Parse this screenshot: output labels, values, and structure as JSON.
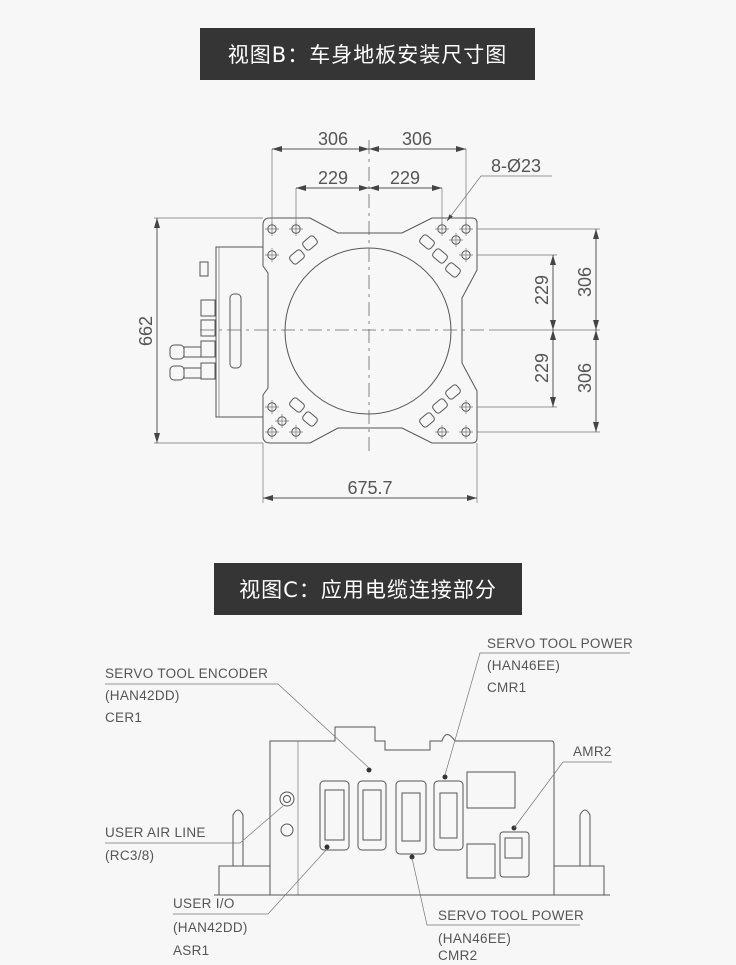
{
  "view_b": {
    "title": "视图B：车身地板安装尺寸图",
    "dimensions": {
      "top_outer_left": "306",
      "top_outer_right": "306",
      "top_inner_left": "229",
      "top_inner_right": "229",
      "hole_callout": "8-Ø23",
      "height": "662",
      "right_inner_top": "229",
      "right_inner_bottom": "229",
      "right_outer_top": "306",
      "right_outer_bottom": "306",
      "width": "675.7"
    }
  },
  "view_c": {
    "title": "视图C：应用电缆连接部分",
    "labels": {
      "encoder": {
        "name": "SERVO TOOL ENCODER",
        "type": "(HAN42DD)",
        "code": "CER1"
      },
      "power1": {
        "name": "SERVO TOOL POWER",
        "type": "(HAN46EE)",
        "code": "CMR1"
      },
      "amr2": {
        "name": "AMR2"
      },
      "air": {
        "name": "USER AIR LINE",
        "type": "(RC3/8)"
      },
      "userio": {
        "name": "USER I/O",
        "type": "(HAN42DD)",
        "code": "ASR1"
      },
      "power2": {
        "name": "SERVO TOOL POWER",
        "type": "(HAN46EE)",
        "code": "CMR2"
      }
    }
  }
}
